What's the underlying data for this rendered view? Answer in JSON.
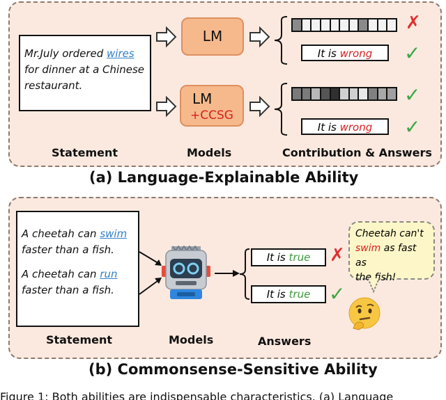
{
  "panel_a": {
    "statement_parts": [
      "Mr.July ordered ",
      "wires",
      " for dinner at a Chinese restaurant."
    ],
    "model1": "LM",
    "model2_top": "LM",
    "model2_bottom": "+CCSG",
    "answer1_prefix": "It is ",
    "answer1_word": "wrong",
    "answer2_prefix": "It is ",
    "answer2_word": "wrong",
    "col_statement": "Statement",
    "col_models": "Models",
    "col_answers": "Contribution & Answers",
    "caption": "(a) Language-Explainable Ability",
    "bar1_shades": [
      "#8a8a8a",
      "#f2f2f2",
      "#f2f2f2",
      "#f2f2f2",
      "#f2f2f2",
      "#f2f2f2",
      "#f2f2f2",
      "#8a8a8a",
      "#f2f2f2",
      "#f2f2f2",
      "#f2f2f2"
    ],
    "bar2_shades": [
      "#7a7a7a",
      "#7a7a7a",
      "#b8b8b8",
      "#555555",
      "#303030",
      "#d0d0d0",
      "#d0d0d0",
      "#e8e8e8",
      "#808080",
      "#a8a8a8",
      "#a0a0a0"
    ]
  },
  "panel_b": {
    "stmt1_parts": [
      "A cheetah can ",
      "swim",
      " faster than a fish."
    ],
    "stmt2_parts": [
      "A cheetah can ",
      "run",
      " faster than a fish."
    ],
    "answer1_prefix": "It is ",
    "answer1_word": "true",
    "answer2_prefix": "It is ",
    "answer2_word": "true",
    "bubble_a": "Cheetah can't",
    "bubble_b": "swim",
    "bubble_c": " as fast as",
    "bubble_d": "the fish!",
    "col_statement": "Statement",
    "col_models": "Models",
    "col_answers": "Answers",
    "caption": "(b) Commonsense-Sensitive Ability"
  },
  "marks": {
    "cross": "✗",
    "check": "✓"
  },
  "bottom_cut_text": "Figure 1: Both abilities are indispensable characteristics. (a) Language"
}
